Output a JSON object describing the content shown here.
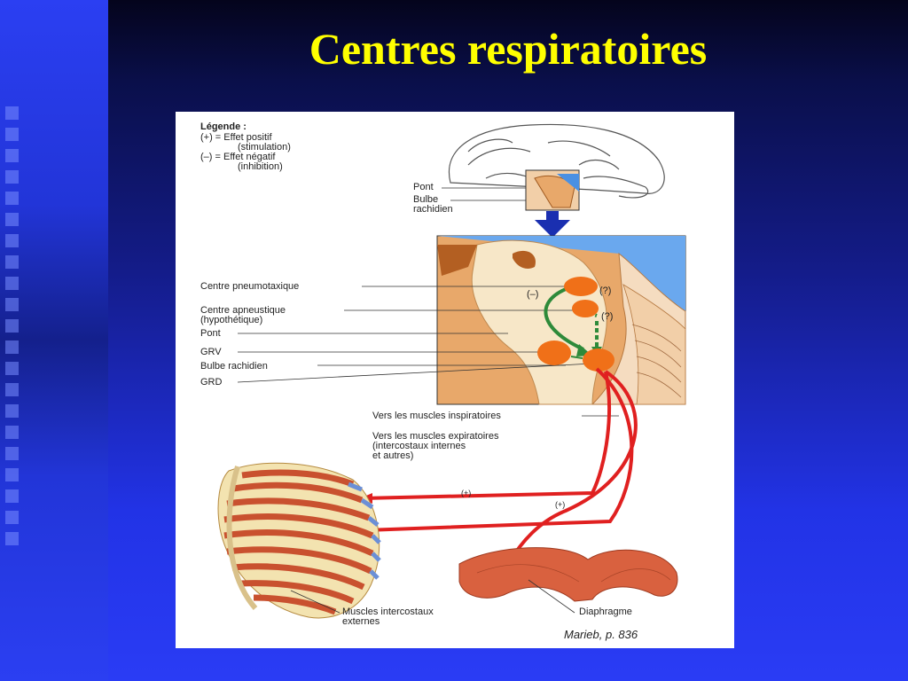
{
  "slide": {
    "title": "Centres respiratoires"
  },
  "legend": {
    "heading": "Légende :",
    "positive_line1": "(+) = Effet positif",
    "positive_line2": "(stimulation)",
    "negative_line1": "(–)  = Effet négatif",
    "negative_line2": "(inhibition)"
  },
  "brain_labels": {
    "pont": "Pont",
    "bulbe_line1": "Bulbe",
    "bulbe_line2": "rachidien"
  },
  "detail_labels": {
    "pneumotaxique": "Centre pneumotaxique",
    "apneustique_line1": "Centre apneustique",
    "apneustique_line2": "(hypothétique)",
    "pont": "Pont",
    "grv": "GRV",
    "bulbe": "Bulbe rachidien",
    "grd": "GRD",
    "minus_marker": "(–)",
    "question_1": "(?)",
    "question_2": "(?)"
  },
  "pathway_labels": {
    "inspiratoires": "Vers les muscles inspiratoires",
    "expiratoires_line1": "Vers les muscles expiratoires",
    "expiratoires_line2": "(intercostaux internes",
    "expiratoires_line3": "et autres)",
    "plus_1": "(+)",
    "plus_2": "(+)"
  },
  "muscle_labels": {
    "intercostaux_line1": "Muscles intercostaux",
    "intercostaux_line2": "externes",
    "diaphragme": "Diaphragme"
  },
  "citation": "Marieb, p. 836",
  "colors": {
    "title": "#ffff00",
    "center_orange": "#f07018",
    "nerve_red": "#e02020",
    "arrow_green": "#2e8a3a",
    "blue_arrow": "#1a2fb0"
  }
}
